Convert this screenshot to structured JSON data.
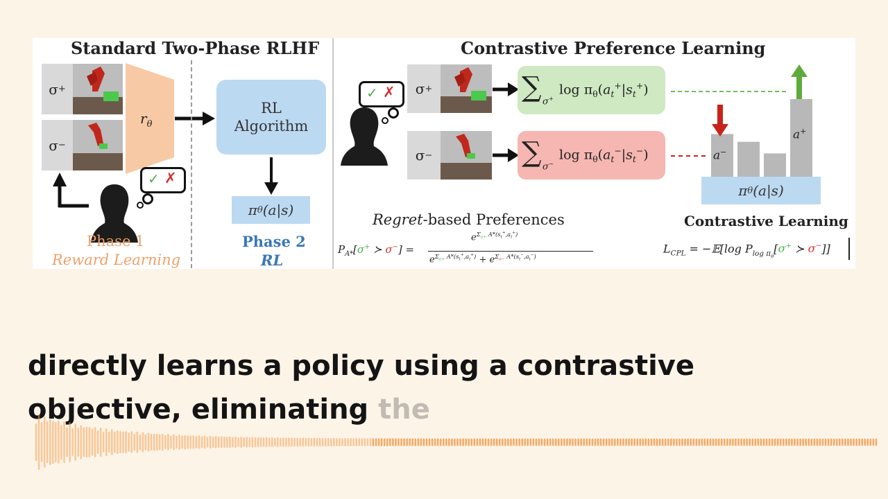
{
  "left_panel": {
    "title": "Standard Two-Phase RLHF",
    "sigma_plus": "σ+",
    "sigma_minus": "σ−",
    "reward_model": "rθ",
    "rl_algorithm_line1": "RL",
    "rl_algorithm_line2": "Algorithm",
    "policy": "πθ(a|s)",
    "phase1_title": "Phase 1",
    "phase1_subtitle": "Reward Learning",
    "phase2_title": "Phase 2",
    "phase2_subtitle": "RL"
  },
  "right_panel": {
    "title": "Contrastive Preference Learning",
    "sigma_plus": "σ+",
    "sigma_minus": "σ−",
    "sum_positive": "log πθ(at+|st+)",
    "sum_negative": "log πθ(at−|st−)",
    "sum_positive_sub": "σ+",
    "sum_negative_sub": "σ−",
    "bar_label_negative": "a−",
    "bar_label_positive": "a+",
    "policy": "πθ(a|s)",
    "regret_heading_italic": "Regret",
    "regret_heading_rest": "-based Preferences",
    "regret_formula_lhs": "PA*[σ+ ≻ σ−] =",
    "regret_formula_num": "eΣσ+ A*(st+,at+)",
    "regret_formula_den": "eΣσ+ A*(st+,at+) + eΣσ− A*(st−,at−)",
    "contrastive_heading": "Contrastive Learning",
    "contrastive_formula": "LCPL = −𝔼[log Plog πθ[σ+ ≻ σ−]]"
  },
  "caption": {
    "line1": "directly learns a policy using a contrastive",
    "line2": "objective, eliminating",
    "line2_faded": "the"
  },
  "chart_data": {
    "type": "bar",
    "categories": [
      "a−",
      "",
      "",
      "a+"
    ],
    "values": [
      0.55,
      0.45,
      0.3,
      1.0
    ]
  },
  "colors": {
    "phase1": "#f0a068",
    "phase2": "#3a78b8",
    "reward_model": "#f7c9a5",
    "rl_box": "#bcd9f2",
    "green_box": "#cfe9c2",
    "red_box": "#f6b6b1",
    "arrow_up": "#5faa3c",
    "arrow_down": "#c8231b",
    "bar": "#b8b8b8",
    "waveform": "#f5a35a"
  }
}
